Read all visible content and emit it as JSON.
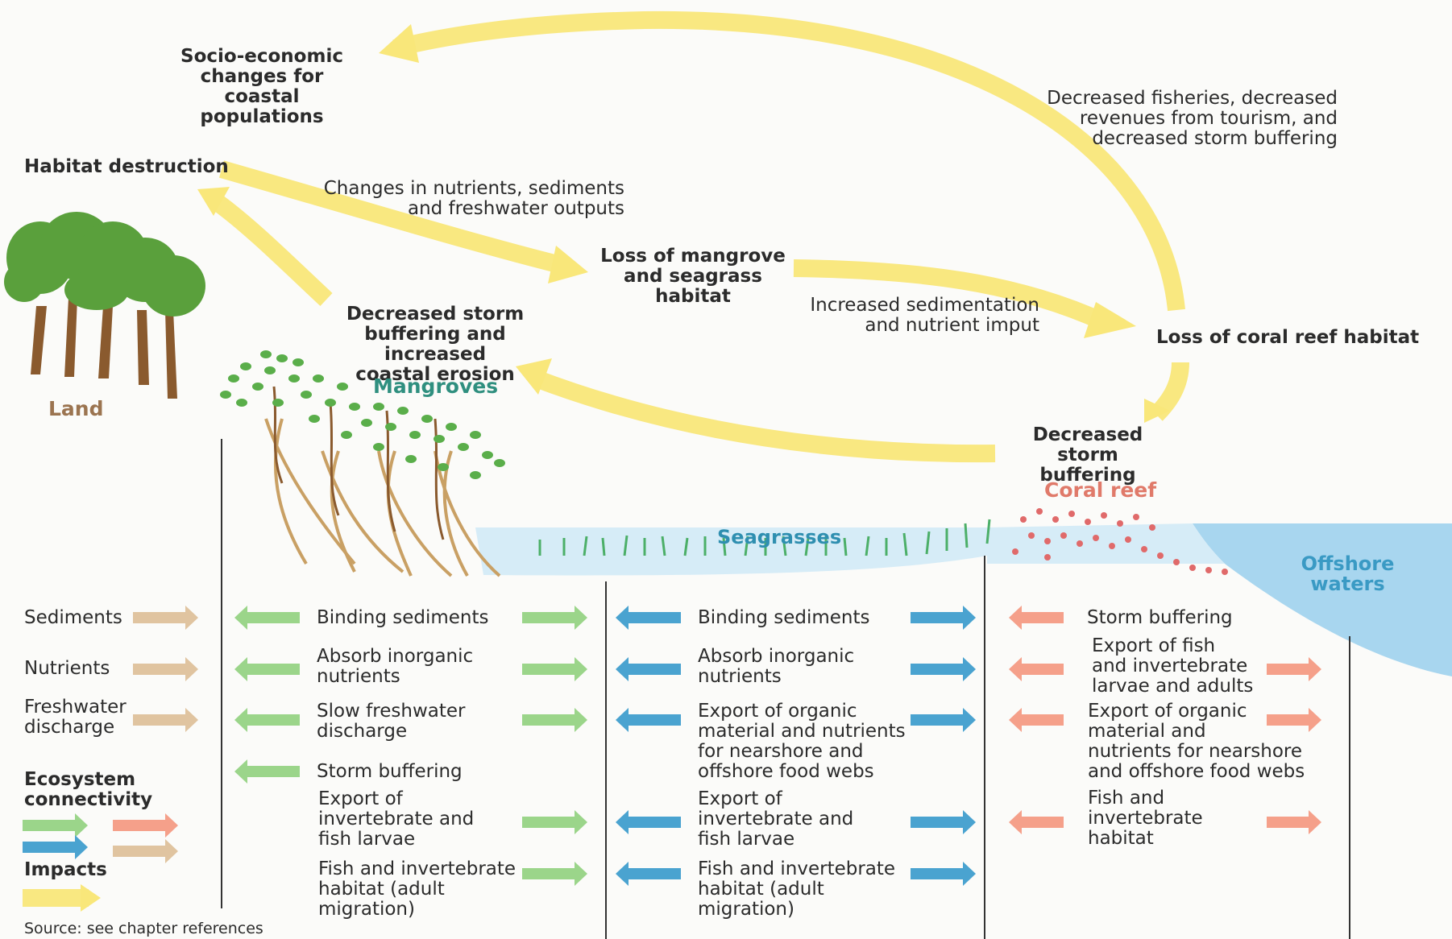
{
  "colors": {
    "impact_arrow": "#f9e77a",
    "green_arrow": "#9bd58a",
    "blue_arrow": "#4aa3d0",
    "coral_arrow": "#f5a08a",
    "tan_arrow": "#e0c4a0",
    "water": "#d6ecf7",
    "offshore": "#a8d6ef",
    "mangrove_leaf": "#5aae4a",
    "root": "#c9a064",
    "trunk": "#8a5a2e",
    "reef": "#e06a6a"
  },
  "impacts": {
    "socio_economic": "Socio-economic\nchanges for coastal\npopulations",
    "habitat_destruction": "Habitat destruction",
    "changes_nutrients": "Changes in nutrients, sediments\nand freshwater outputs",
    "loss_mangrove": "Loss of mangrove\nand seagrass\nhabitat",
    "decreased_fisheries": "Decreased fisheries, decreased\nrevenues from tourism, and\ndecreased storm buffering",
    "increased_sedimentation": "Increased sedimentation\nand nutrient imput",
    "loss_coral": "Loss of coral reef habitat",
    "decreased_storm_erosion": "Decreased storm\nbuffering and increased\ncoastal erosion",
    "decreased_storm": "Decreased storm\nbuffering"
  },
  "zones": {
    "land": "Land",
    "mangroves": "Mangroves",
    "seagrasses": "Seagrasses",
    "coral_reef": "Coral reef",
    "offshore": "Offshore\nwaters"
  },
  "land_column": [
    "Sediments",
    "Nutrients",
    "Freshwater\ndischarge"
  ],
  "mangrove_column": [
    "Binding sediments",
    "Absorb inorganic\nnutrients",
    "Slow freshwater\ndischarge",
    "Storm buffering",
    "Export of\ninvertebrate and\nfish larvae",
    "Fish and invertebrate\nhabitat (adult\nmigration)"
  ],
  "seagrass_column": [
    "Binding sediments",
    "Absorb inorganic\nnutrients",
    "Export of organic\nmaterial and nutrients\nfor nearshore and\noffshore food webs",
    "Export of\ninvertebrate and\nfish larvae",
    "Fish and invertebrate\nhabitat (adult\nmigration)"
  ],
  "coral_column": [
    "Storm buffering",
    "Export of fish\nand invertebrate\nlarvae and adults",
    "Export of organic\nmaterial and\nnutrients for nearshore\nand offshore food webs",
    "Fish and\ninvertebrate\nhabitat"
  ],
  "legend": {
    "ecosystem_title": "Ecosystem\nconnectivity",
    "impacts_title": "Impacts",
    "source": "Source: see chapter references"
  }
}
